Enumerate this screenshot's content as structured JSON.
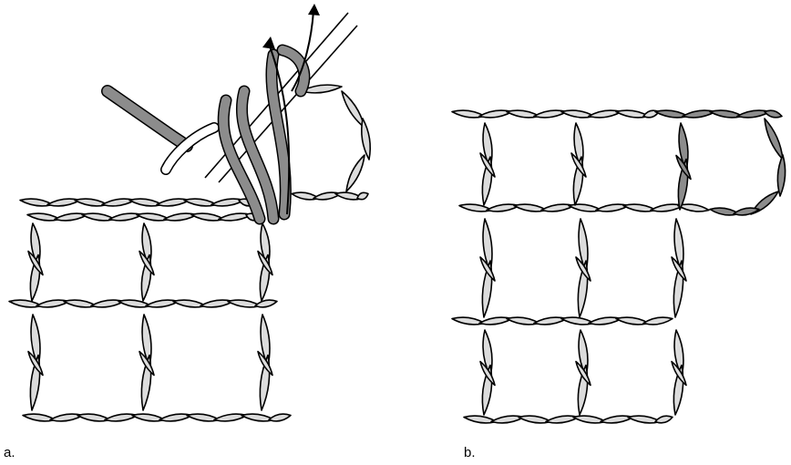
{
  "figure": {
    "panels": [
      {
        "caption": "a.",
        "description_kind": "crochet-filet-mesh-with-hook"
      },
      {
        "caption": "b.",
        "description_kind": "crochet-filet-mesh-extended"
      }
    ]
  },
  "colors": {
    "yarn_light": "#dcdcdc",
    "yarn_dark": "#8c8c8c",
    "outline": "#000000",
    "background": "#ffffff"
  }
}
